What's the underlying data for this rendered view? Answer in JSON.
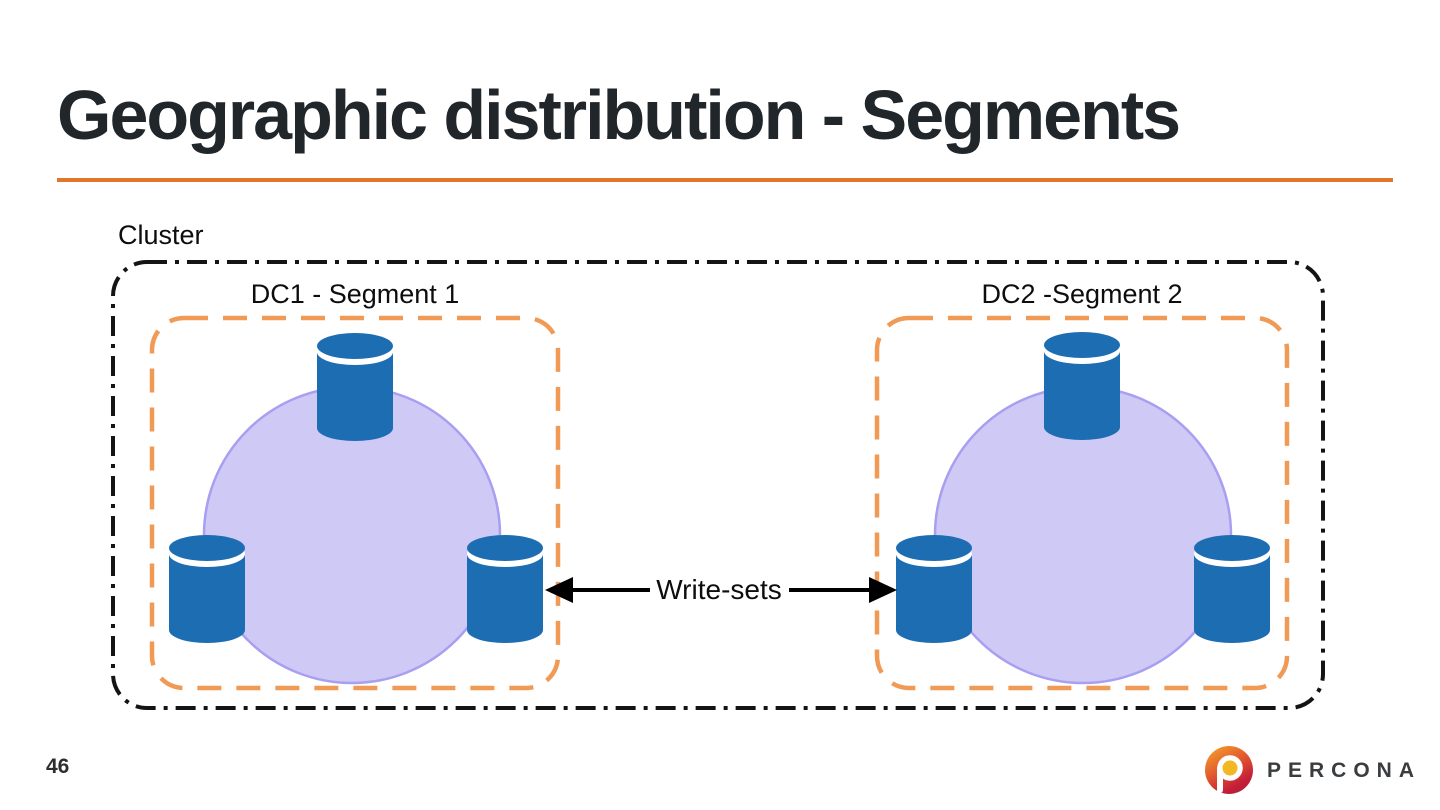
{
  "slide": {
    "title": "Geographic distribution - Segments",
    "page_number": "46",
    "accent_rule_color": "#E2762A",
    "title_color": "#21262B"
  },
  "diagram": {
    "cluster_label": "Cluster",
    "arrow_label": "Write-sets",
    "segments": [
      {
        "label": "DC1 - Segment 1",
        "db_nodes": 3
      },
      {
        "label": "DC2 -Segment 2",
        "db_nodes": 3
      }
    ],
    "colors": {
      "db_node_blue": "#1D6DB3",
      "group_circle_fill": "#CFC9F6",
      "group_circle_stroke": "#A89FF0",
      "segment_border_orange": "#F09A55",
      "cluster_border_black": "#141414",
      "arrow_black": "#000000"
    }
  },
  "footer": {
    "brand_name": "PERCONA",
    "brand_colors": {
      "logo_orange": "#F49B2B",
      "logo_red": "#C41F38",
      "logo_yellow": "#F2B824",
      "text_gray": "#3A3D40"
    }
  }
}
